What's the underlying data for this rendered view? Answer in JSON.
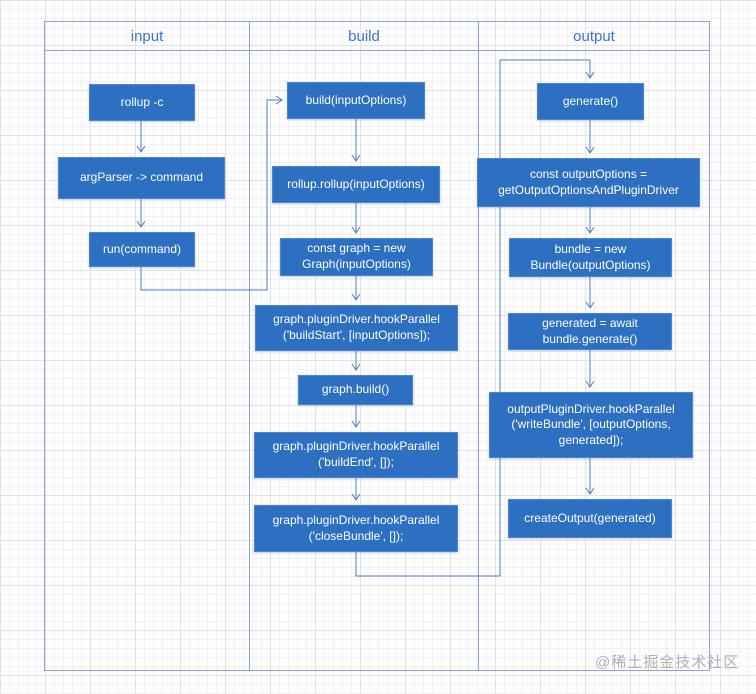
{
  "diagram": {
    "columns": [
      {
        "header": "input",
        "boxes": [
          {
            "label": "rollup -c"
          },
          {
            "label": "argParser -> command"
          },
          {
            "label": "run(command)"
          }
        ]
      },
      {
        "header": "build",
        "boxes": [
          {
            "label": "build(inputOptions)"
          },
          {
            "label": "rollup.rollup(inputOptions)"
          },
          {
            "label": "const graph = new\nGraph(inputOptions)"
          },
          {
            "label": "graph.pluginDriver.hookParallel\n('buildStart', [inputOptions]);"
          },
          {
            "label": "graph.build()"
          },
          {
            "label": "graph.pluginDriver.hookParallel\n('buildEnd', []);"
          },
          {
            "label": "graph.pluginDriver.hookParallel\n('closeBundle', []);"
          }
        ]
      },
      {
        "header": "output",
        "boxes": [
          {
            "label": "generate()"
          },
          {
            "label": "const outputOptions =\ngetOutputOptionsAndPluginDriver"
          },
          {
            "label": "bundle = new\nBundle(outputOptions)"
          },
          {
            "label": "generated = await\nbundle.generate()"
          },
          {
            "label": "outputPluginDriver.hookParallel\n('writeBundle', [outputOptions,\ngenerated]);"
          },
          {
            "label": "createOutput(generated)"
          }
        ]
      }
    ],
    "watermark": "@稀土掘金技术社区",
    "colors": {
      "node_fill": "#2d6fc1",
      "node_text": "#ffffff",
      "table_border": "#8aa6d6",
      "connector": "#4d7ec5",
      "header_text": "#3d74c8",
      "watermark_text": "#b1b1b4"
    }
  }
}
